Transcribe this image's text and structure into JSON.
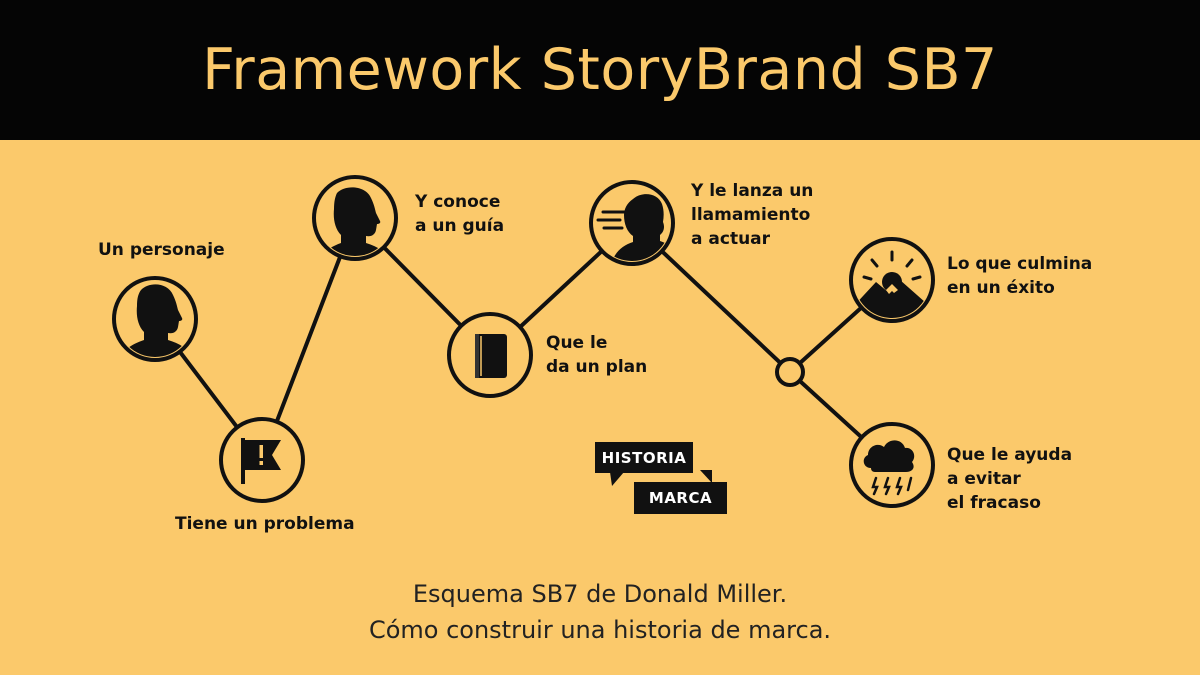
{
  "header": {
    "title": "Framework StoryBrand SB7"
  },
  "steps": {
    "character": {
      "lines": [
        "Un personaje"
      ],
      "icon": "person-silhouette-icon"
    },
    "problem": {
      "lines": [
        "Tiene un problema"
      ],
      "icon": "warning-flag-icon"
    },
    "guide": {
      "lines": [
        "Y conoce",
        "a un guía"
      ],
      "icon": "guide-person-icon"
    },
    "plan": {
      "lines": [
        "Que le",
        "da un plan"
      ],
      "icon": "book-icon"
    },
    "call_to_action": {
      "lines": [
        "Y le lanza un",
        "llamamiento",
        "a actuar"
      ],
      "icon": "speaking-person-icon"
    },
    "success": {
      "lines": [
        "Lo que culmina",
        "en un éxito"
      ],
      "icon": "sunrise-mountain-icon"
    },
    "failure": {
      "lines": [
        "Que le ayuda",
        "a evitar",
        "el fracaso"
      ],
      "icon": "storm-cloud-icon"
    }
  },
  "bubbles": {
    "historia": "HISTORIA",
    "marca": "MARCA"
  },
  "caption": {
    "line1": "Esquema SB7 de Donald Miller.",
    "line2": "Cómo construir una historia de marca."
  },
  "colors": {
    "background": "#fbc96b",
    "header_background": "#050505",
    "title_text": "#fbc96b",
    "ink": "#111111"
  }
}
